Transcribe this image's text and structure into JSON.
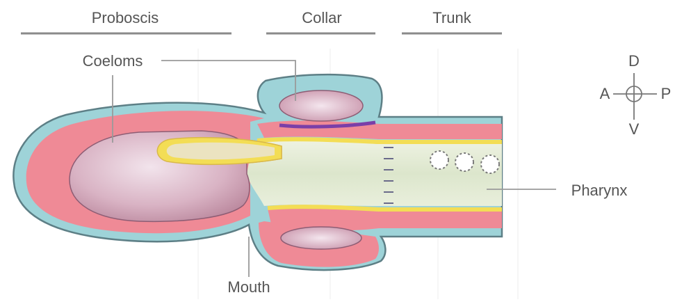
{
  "regions": {
    "proboscis": "Proboscis",
    "collar": "Collar",
    "trunk": "Trunk"
  },
  "labels": {
    "coeloms": "Coeloms",
    "pharynx": "Pharynx",
    "mouth": "Mouth"
  },
  "compass": {
    "dorsal": "D",
    "ventral": "V",
    "anterior": "A",
    "posterior": "P"
  },
  "colors": {
    "epidermis": "#9ed3d8",
    "outline": "#5d7f86",
    "muscle_pink": "#ef8a96",
    "coelom": "#d9b3c4",
    "coelom_shade": "#b8849a",
    "pharynx_lumen": "#dde6cf",
    "gut_lining": "#f3dd55",
    "collar_cord": "#7a3fa8",
    "label_text": "#555555",
    "leader_line": "#9a9a9a"
  },
  "gill_pores": 3
}
